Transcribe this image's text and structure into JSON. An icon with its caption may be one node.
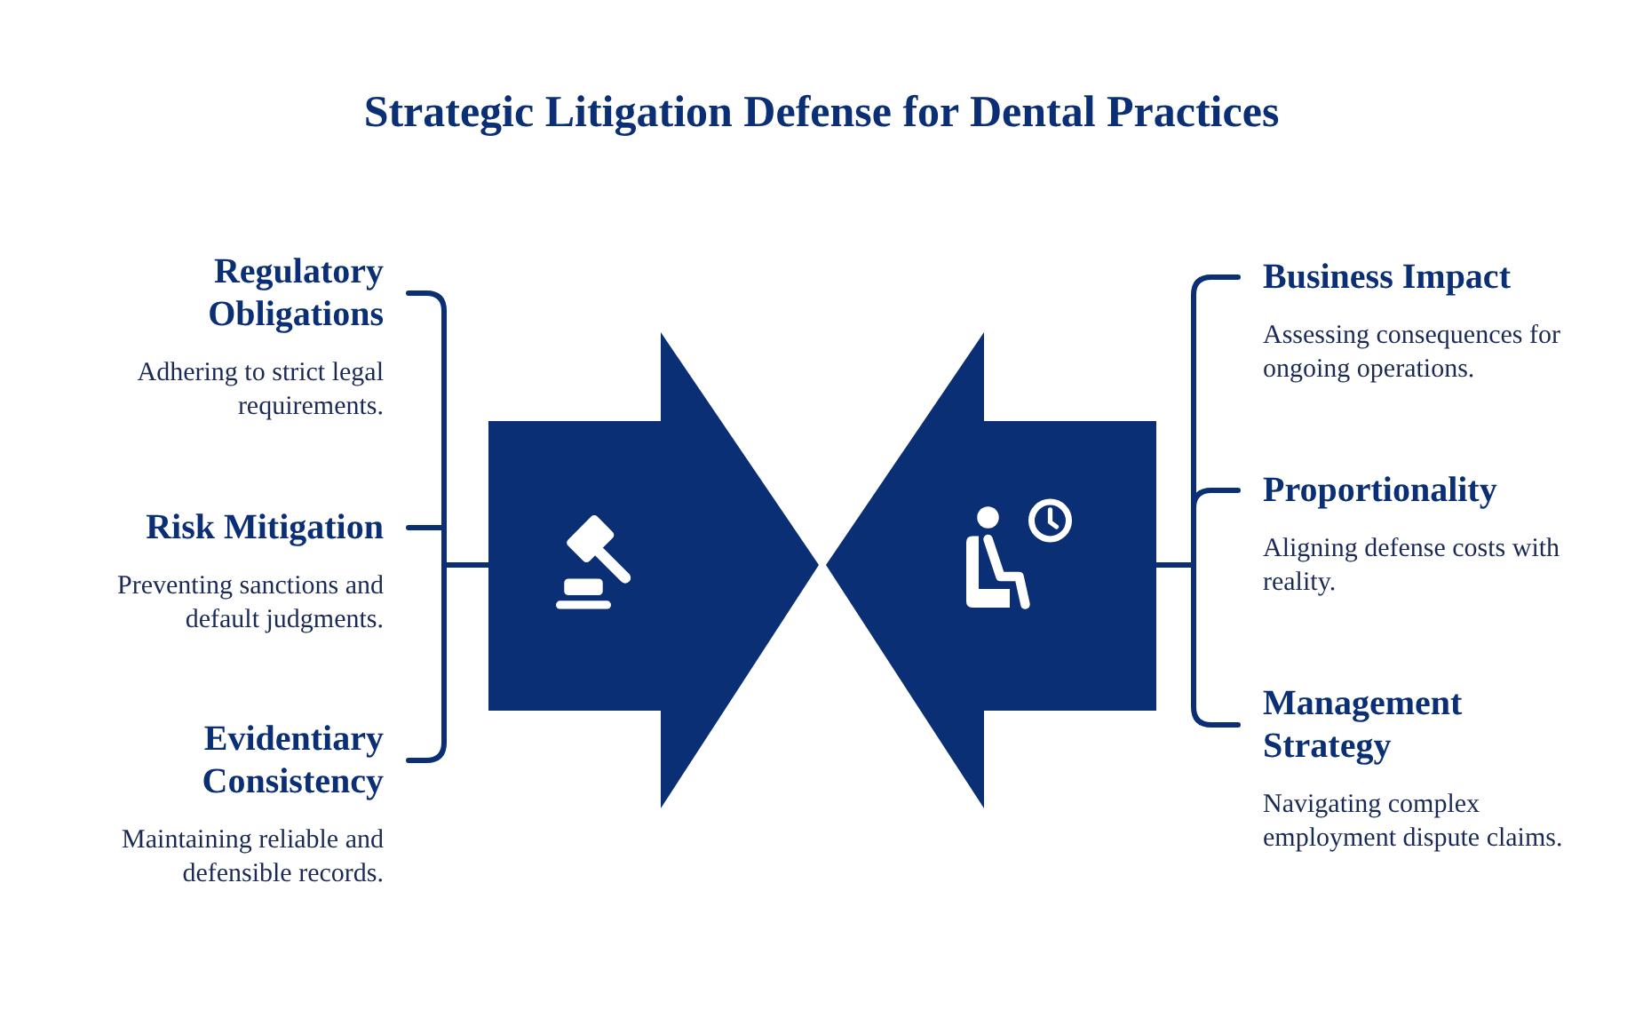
{
  "diagram": {
    "title": "Strategic Litigation Defense for Dental Practices",
    "nodes": [
      {
        "text": [
          "Regulatory Obligations",
          "Adhering to strict legal requirements."
        ]
      },
      {
        "text": [
          "Risk Mitigation",
          "Preventing sanctions and default judgments."
        ]
      },
      {
        "text": [
          "Evidentiary Consistency",
          "Maintaining reliable and defensible records."
        ]
      },
      {
        "text": [],
        "shape": "arrow"
      },
      {
        "text": [],
        "shape": "arrow"
      },
      {
        "text": [
          "Business Impact",
          "Assessing consequences for ongoing operations."
        ]
      },
      {
        "text": [
          "Proportionality",
          "Aligning defense costs with reality."
        ]
      },
      {
        "text": [
          "Management Strategy",
          "Navigating complex employment dispute claims."
        ]
      }
    ],
    "edges": [
      {
        "from": 0,
        "to": 3,
        "arrow": "none"
      },
      {
        "from": 1,
        "to": 3,
        "arrow": "none"
      },
      {
        "from": 2,
        "to": 3,
        "arrow": "none"
      },
      {
        "from": 4,
        "to": 5,
        "arrow": "none"
      },
      {
        "from": 4,
        "to": 6,
        "arrow": "none"
      },
      {
        "from": 4,
        "to": 7,
        "arrow": "none"
      }
    ]
  }
}
